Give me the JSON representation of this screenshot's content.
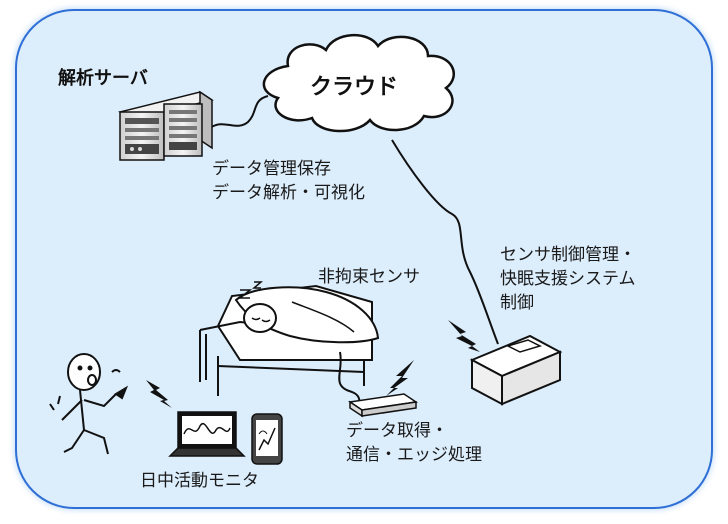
{
  "labels": {
    "server": "解析サーバ",
    "cloud": "クラウド",
    "server_desc": [
      "データ管理保存",
      "データ解析・可視化"
    ],
    "sensor": "非拘束センサ",
    "controller": [
      "センサ制御管理・",
      "快眠支援システム",
      "制御"
    ],
    "edge": [
      "データ取得・",
      "通信・エッジ処理"
    ],
    "monitor": "日中活動モニタ"
  },
  "colors": {
    "background": "#d9ecfc",
    "border": "#2f6fd6",
    "line": "#111111",
    "server_body": "#e8e8e8",
    "box_fill": "#ffffff"
  },
  "icons": [
    "server-icon",
    "cloud-icon",
    "sleeping-person-icon",
    "edge-device-icon",
    "controller-box-icon",
    "laptop-icon",
    "smartphone-icon",
    "active-person-icon",
    "wireless-signal-icon"
  ]
}
